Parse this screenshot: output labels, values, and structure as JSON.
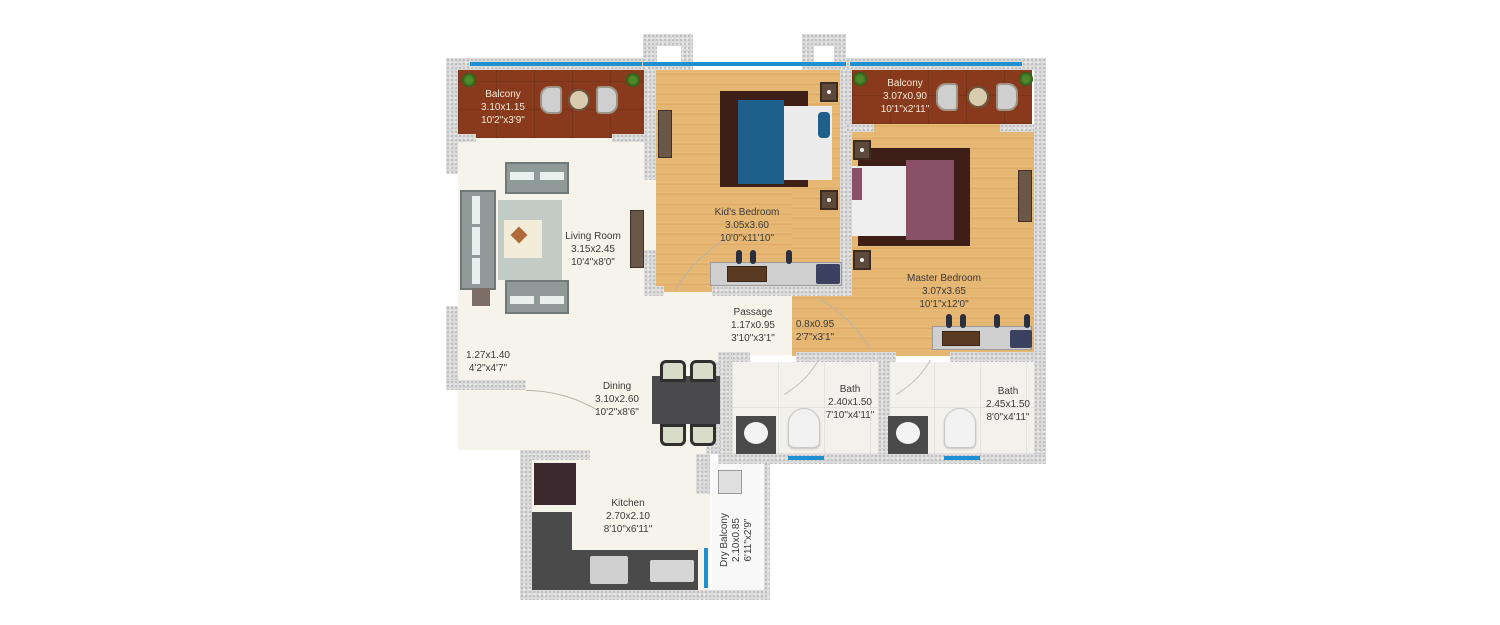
{
  "floor_plan": {
    "type": "2BHK apartment floor plan",
    "rooms": {
      "balcony_left": {
        "name": "Balcony",
        "metric": "3.10x1.15",
        "imperial": "10'2\"x3'9\""
      },
      "balcony_right": {
        "name": "Balcony",
        "metric": "3.07x0.90",
        "imperial": "10'1\"x2'11\""
      },
      "living_room": {
        "name": "Living Room",
        "metric": "3.15x2.45",
        "imperial": "10'4\"x8'0\""
      },
      "kids_bedroom": {
        "name": "Kid's Bedroom",
        "metric": "3.05x3.60",
        "imperial": "10'0\"x11'10\""
      },
      "master_bedroom": {
        "name": "Master Bedroom",
        "metric": "3.07x3.65",
        "imperial": "10'1\"x12'0\""
      },
      "passage": {
        "name": "Passage",
        "metric": "1.17x0.95",
        "imperial": "3'10\"x3'1\""
      },
      "master_passage": {
        "metric": "0.8x0.95",
        "imperial": "2'7\"x3'1\""
      },
      "foyer": {
        "metric": "1.27x1.40",
        "imperial": "4'2\"x4'7\""
      },
      "dining": {
        "name": "Dining",
        "metric": "3.10x2.60",
        "imperial": "10'2\"x8'6\""
      },
      "bath_common": {
        "name": "Bath",
        "metric": "2.40x1.50",
        "imperial": "7'10\"x4'11\""
      },
      "bath_master": {
        "name": "Bath",
        "metric": "2.45x1.50",
        "imperial": "8'0\"x4'11\""
      },
      "kitchen": {
        "name": "Kitchen",
        "metric": "2.70x2.10",
        "imperial": "8'10\"x6'11\""
      },
      "dry_balcony": {
        "name": "Dry Balcony",
        "metric": "2.10x0.85",
        "imperial": "6'11\"x2'9\""
      }
    },
    "colors": {
      "wall": "#d9d9d9",
      "wood_floor": "#e2b06a",
      "deck_floor": "#8a3a1c",
      "tile_floor": "#f3f1ec",
      "glass": "#1e90d0",
      "kids_bed": "#1f5f8b",
      "master_bed": "#8a5066",
      "counter": "#4a4a4a"
    }
  }
}
